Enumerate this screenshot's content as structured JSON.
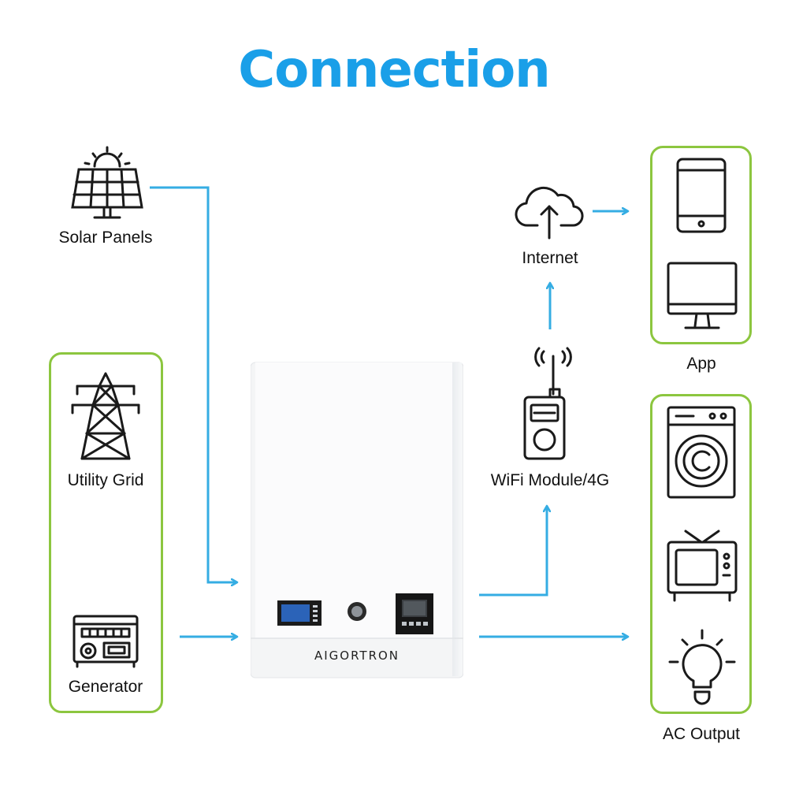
{
  "title": "Connection",
  "colors": {
    "title": "#1a9fe8",
    "arrow": "#35ade3",
    "box_border": "#8cc63f",
    "icon": "#1a1a1a"
  },
  "sources": [
    {
      "label": "Solar Panels",
      "icon": "solar-panel-icon"
    },
    {
      "label": "Utility Grid",
      "icon": "power-tower-icon"
    },
    {
      "label": "Generator",
      "icon": "generator-icon"
    }
  ],
  "device": {
    "brand": "AIGORTRON"
  },
  "network": [
    {
      "label": "WiFi Module/4G",
      "icon": "wifi-module-icon"
    },
    {
      "label": "Internet",
      "icon": "cloud-upload-icon"
    }
  ],
  "outputs": [
    {
      "label": "App",
      "icons": [
        "smartphone-icon",
        "monitor-icon"
      ]
    },
    {
      "label": "AC Output",
      "icons": [
        "washing-machine-icon",
        "tv-icon",
        "light-bulb-icon"
      ]
    }
  ]
}
